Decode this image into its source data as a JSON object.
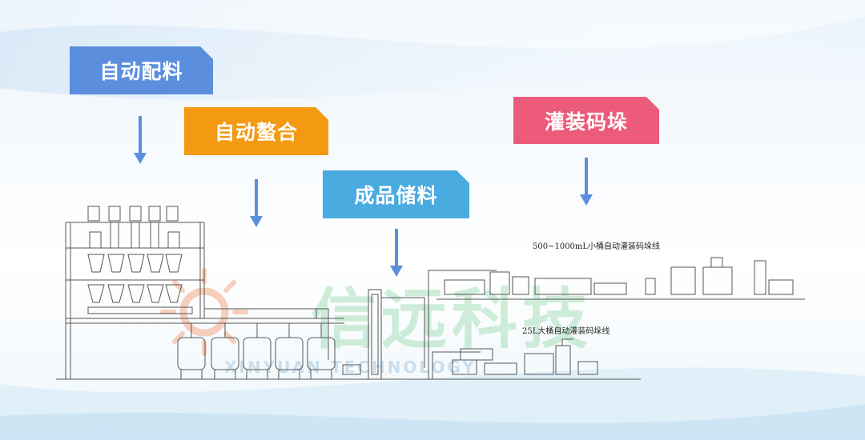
{
  "stages": [
    {
      "label": "自动配料",
      "color": "#5b8fde"
    },
    {
      "label": "自动螯合",
      "color": "#f39a12"
    },
    {
      "label": "成品储料",
      "color": "#4aabe0"
    },
    {
      "label": "灌装码垛",
      "color": "#ec5b7a"
    }
  ],
  "line_captions": {
    "small": "500~1000mL小桶自动灌装码垛线",
    "large": "25L大桶自动灌装码垛线"
  },
  "watermark": {
    "brand_cn": "信远科技",
    "brand_en": "XINYUAN TECHNOLOGY"
  },
  "icons": [
    "sun-logo-icon",
    "down-arrow-icon"
  ]
}
